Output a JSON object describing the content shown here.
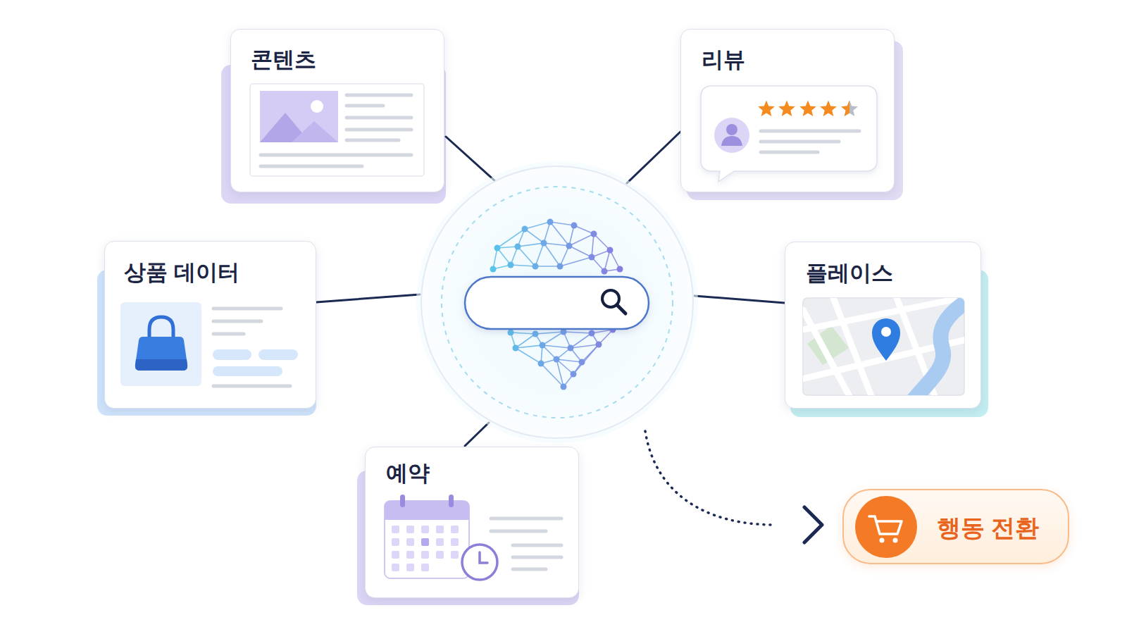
{
  "diagram": {
    "nodes": [
      {
        "text": [
          "콘텐츠"
        ]
      },
      {
        "text": [
          "리뷰"
        ]
      },
      {
        "text": [
          "상품 데이터"
        ]
      },
      {
        "text": [
          "플레이스"
        ]
      },
      {
        "text": [
          "예약"
        ]
      },
      {
        "text": [
          "행동 전환"
        ]
      }
    ]
  }
}
